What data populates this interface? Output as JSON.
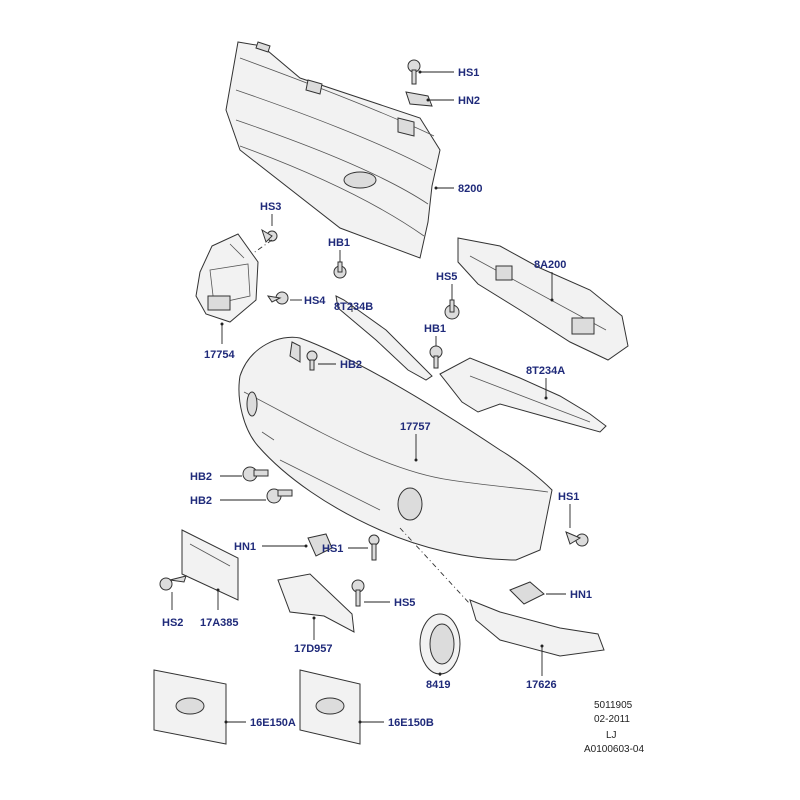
{
  "labels": {
    "hs1_top": "HS1",
    "hn2": "HN2",
    "p8200": "8200",
    "hs3": "HS3",
    "hb1_top": "HB1",
    "hs5_top": "HS5",
    "p8a200": "8A200",
    "hs4": "HS4",
    "p8t234b": "8T234B",
    "hb1_mid": "HB1",
    "p17754": "17754",
    "hb2_top": "HB2",
    "p8t234a": "8T234A",
    "p17757": "17757",
    "hb2_mid": "HB2",
    "hb2_low": "HB2",
    "hs1_right": "HS1",
    "hn1_left": "HN1",
    "hs1_mid": "HS1",
    "hs5_low": "HS5",
    "hn1_right": "HN1",
    "hs2": "HS2",
    "p17a385": "17A385",
    "p17d957": "17D957",
    "p8419": "8419",
    "p17626": "17626",
    "p16e150a": "16E150A",
    "p16e150b": "16E150B"
  },
  "meta": {
    "code": "5011905",
    "date": "02-2011",
    "author": "LJ",
    "ref": "A0100603-04"
  }
}
